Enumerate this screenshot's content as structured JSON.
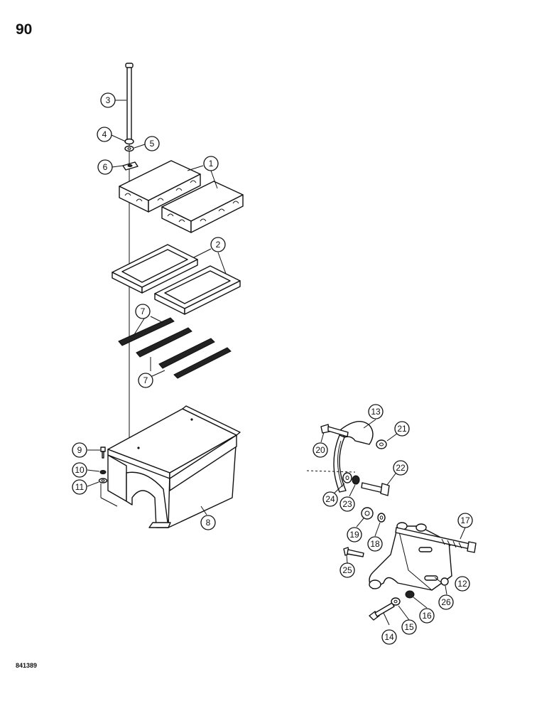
{
  "page_number": "90",
  "figure_code": "841389",
  "callouts": [
    {
      "id": "1",
      "label": "1"
    },
    {
      "id": "2",
      "label": "2"
    },
    {
      "id": "3",
      "label": "3"
    },
    {
      "id": "4",
      "label": "4"
    },
    {
      "id": "5",
      "label": "5"
    },
    {
      "id": "6",
      "label": "6"
    },
    {
      "id": "7a",
      "label": "7"
    },
    {
      "id": "7b",
      "label": "7"
    },
    {
      "id": "8",
      "label": "8"
    },
    {
      "id": "9",
      "label": "9"
    },
    {
      "id": "10",
      "label": "10"
    },
    {
      "id": "11",
      "label": "11"
    },
    {
      "id": "12",
      "label": "12"
    },
    {
      "id": "13",
      "label": "13"
    },
    {
      "id": "14",
      "label": "14"
    },
    {
      "id": "15",
      "label": "15"
    },
    {
      "id": "16",
      "label": "16"
    },
    {
      "id": "17",
      "label": "17"
    },
    {
      "id": "18",
      "label": "18"
    },
    {
      "id": "19",
      "label": "19"
    },
    {
      "id": "20",
      "label": "20"
    },
    {
      "id": "21",
      "label": "21"
    },
    {
      "id": "22",
      "label": "22"
    },
    {
      "id": "23",
      "label": "23"
    },
    {
      "id": "24",
      "label": "24"
    },
    {
      "id": "25",
      "label": "25"
    },
    {
      "id": "26",
      "label": "26"
    }
  ]
}
